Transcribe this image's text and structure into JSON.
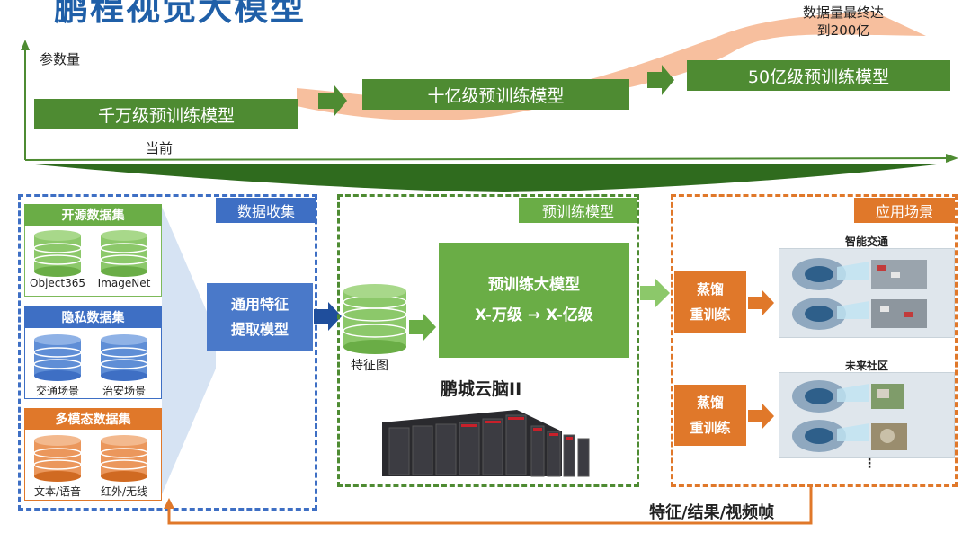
{
  "title": "鹏程视觉大模型",
  "top": {
    "y_axis_label": "参数量",
    "current_label": "当前",
    "stage1": "千万级预训练模型",
    "stage2": "十亿级预训练模型",
    "stage3": "50亿级预训练模型",
    "data_note_line1": "数据量最终达",
    "data_note_line2": "到200亿"
  },
  "collect": {
    "tag": "数据收集",
    "open": {
      "title": "开源数据集",
      "items": [
        "Object365",
        "ImageNet"
      ]
    },
    "private": {
      "title": "隐私数据集",
      "items": [
        "交通场景",
        "治安场景"
      ]
    },
    "multi": {
      "title": "多模态数据集",
      "items": [
        "文本/语音",
        "红外/无线"
      ]
    },
    "extract_line1": "通用特征",
    "extract_line2": "提取模型"
  },
  "pretrain": {
    "tag": "预训练模型",
    "feature_map": "特征图",
    "big_model_line1": "预训练大模型",
    "big_model_line2": "X-万级 → X-亿级",
    "platform": "鹏城云脑II"
  },
  "apply": {
    "tag": "应用场景",
    "box_line1": "蒸馏",
    "box_line2": "重训练",
    "scene1": "智能交通",
    "scene2": "未来社区",
    "ellipsis": "⋮"
  },
  "feedback": "特征/结果/视频帧",
  "colors": {
    "green": "#4e8b32",
    "blue": "#3e6fc4",
    "orange": "#e0782a",
    "peach": "#f6b894"
  }
}
